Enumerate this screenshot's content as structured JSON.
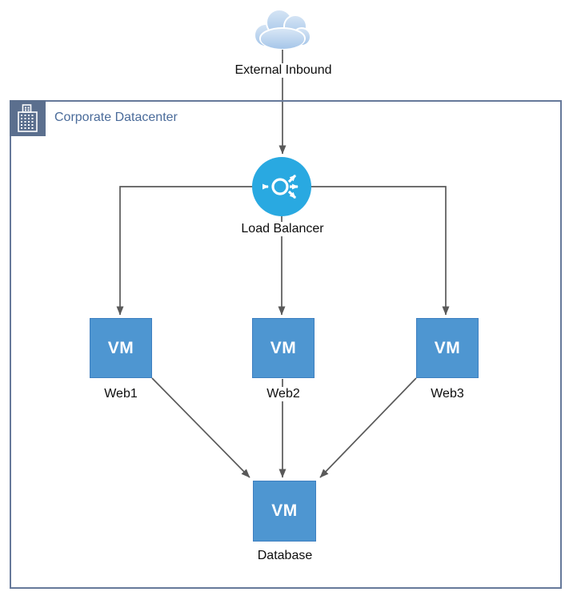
{
  "cloud": {
    "label": "External Inbound"
  },
  "container": {
    "label": "Corporate Datacenter"
  },
  "load_balancer": {
    "label": "Load Balancer"
  },
  "vms": [
    {
      "text": "VM",
      "label": "Web1"
    },
    {
      "text": "VM",
      "label": "Web2"
    },
    {
      "text": "VM",
      "label": "Web3"
    },
    {
      "text": "VM",
      "label": "Database"
    }
  ],
  "colors": {
    "load_balancer_fill": "#29A9E1",
    "vm_fill": "#4E96D1",
    "vm_border": "#3E7FC0",
    "container_border": "#66799A",
    "container_header_bg": "#5B6F8E",
    "container_title_text": "#4A6B9A",
    "connector_line": "#595959",
    "cloud_gradient_top": "#D6E5F5",
    "cloud_gradient_bottom": "#A6C6E9"
  }
}
